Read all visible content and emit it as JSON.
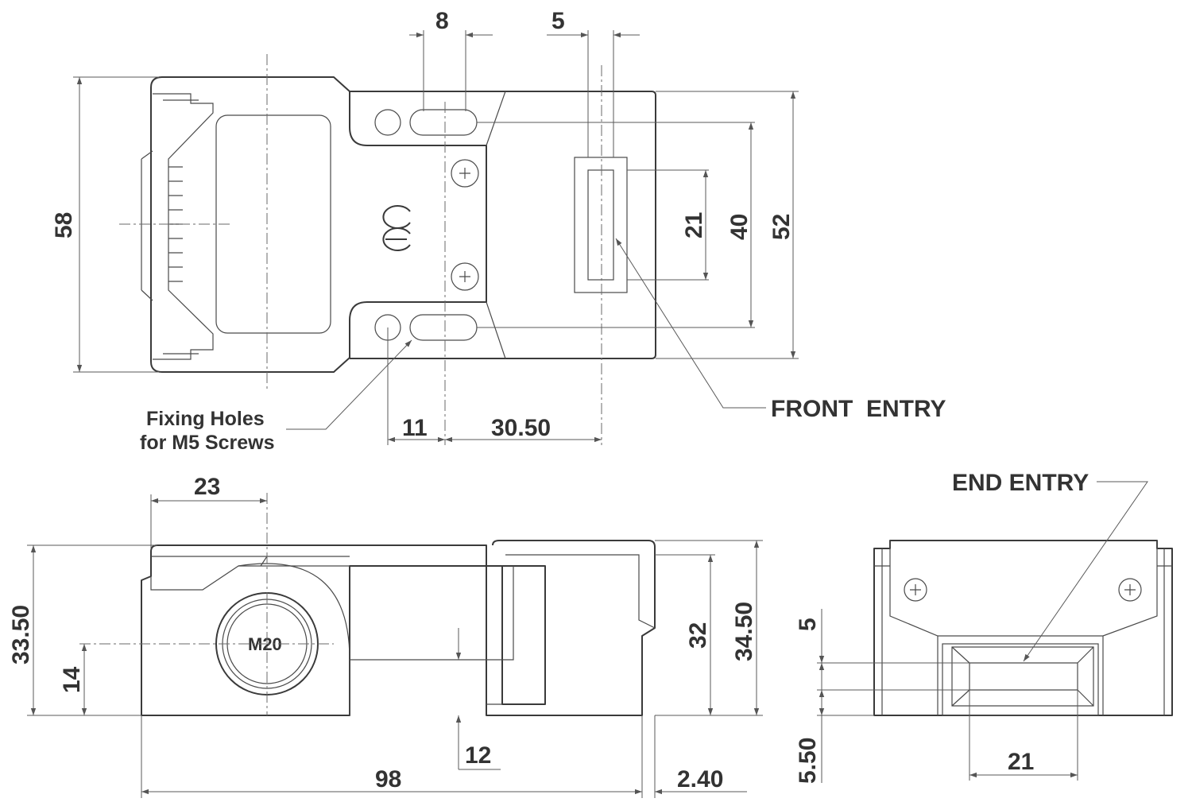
{
  "top_view": {
    "dims": {
      "slot_width": "8",
      "entry_offset": "5",
      "overall_height": "58",
      "entry_height": "21",
      "hole_pitch": "40",
      "head_height": "52",
      "hole_spacing": "11",
      "entry_to_hole": "30.50"
    },
    "labels": {
      "front_entry": "FRONT  ENTRY",
      "fixing_holes_line1": "Fixing Holes",
      "fixing_holes_line2": "for M5 Screws"
    },
    "ce_mark": "CE"
  },
  "side_view": {
    "dims": {
      "conduit_offset": "23",
      "overall_height": "33.50",
      "conduit_height": "14",
      "head_inner": "32",
      "head_overall": "34.50",
      "key_depth": "12",
      "overall_length": "98",
      "head_step": "2.40"
    },
    "conduit_label": "M20"
  },
  "end_view": {
    "dims": {
      "slot_height": "5",
      "slot_bottom": "5.50",
      "slot_width": "21"
    },
    "labels": {
      "end_entry": "END ENTRY"
    }
  }
}
